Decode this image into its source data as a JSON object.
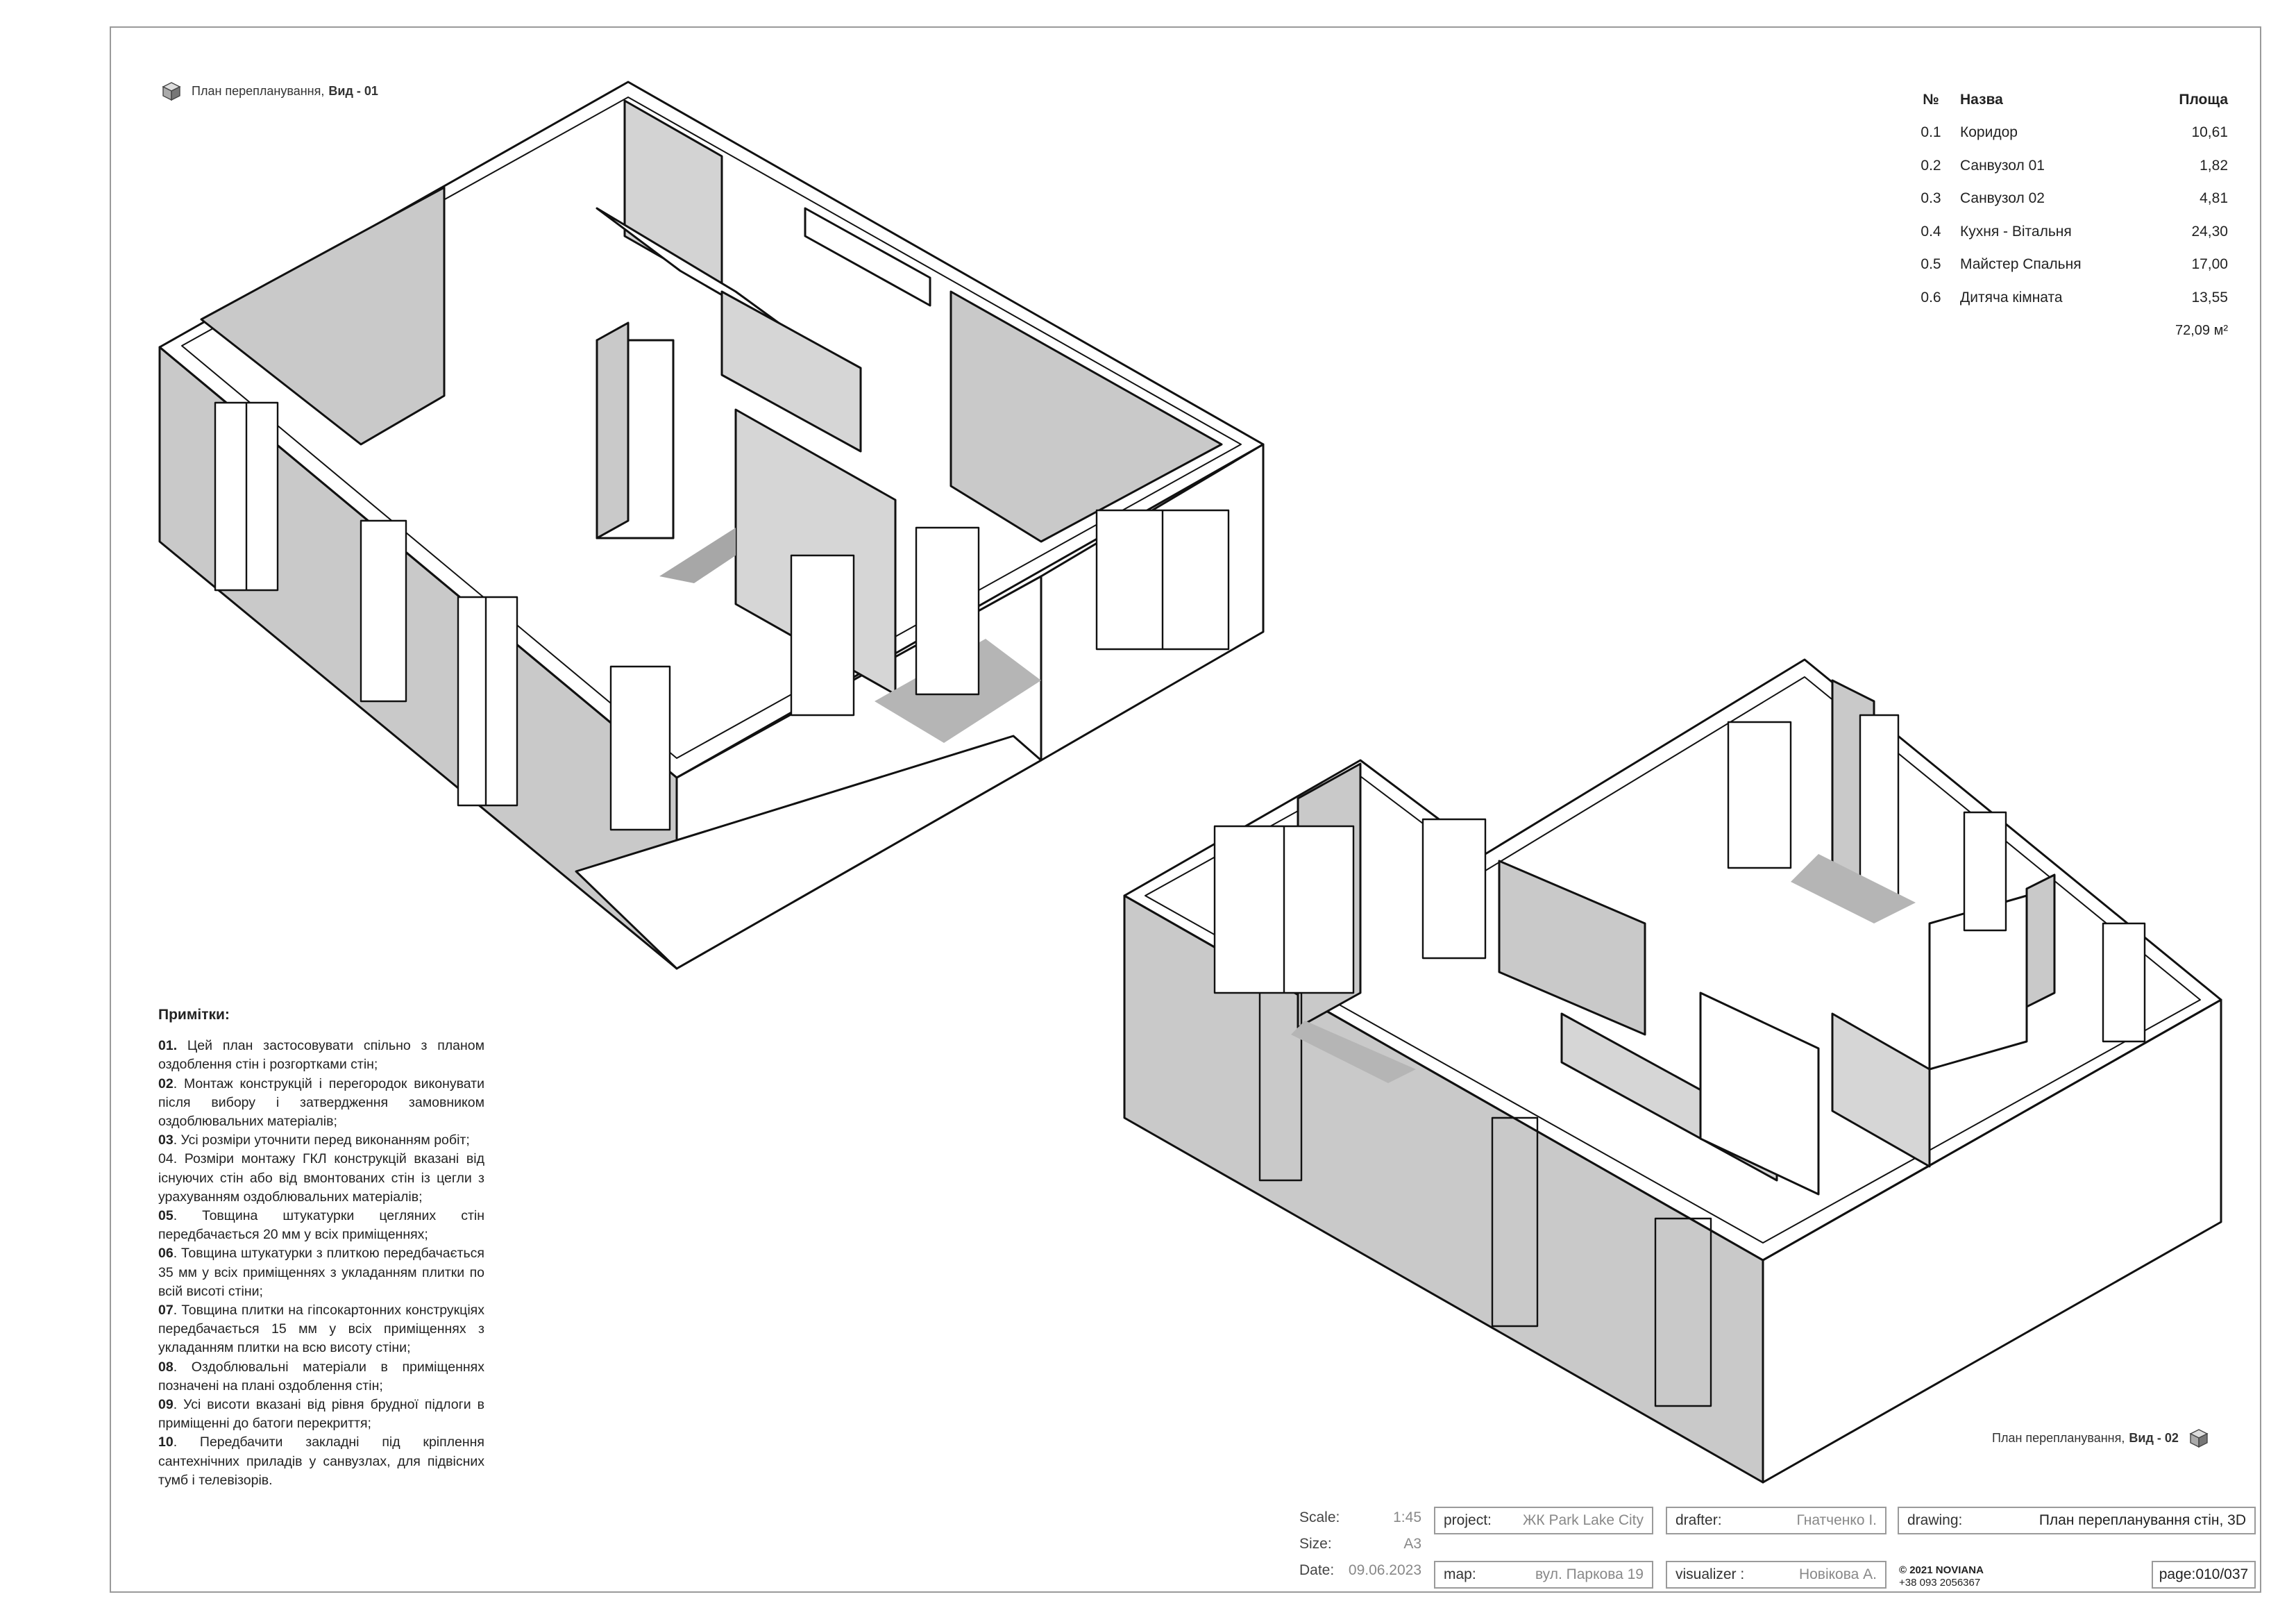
{
  "view1": {
    "label_prefix": "План перепланування,",
    "label_bold": "Вид - 01"
  },
  "view2": {
    "label_prefix": "План перепланування,",
    "label_bold": "Вид - 02"
  },
  "rooms_table": {
    "headers": {
      "no": "№",
      "name": "Назва",
      "area": "Площа"
    },
    "rows": [
      {
        "no": "0.1",
        "name": "Коридор",
        "area": "10,61"
      },
      {
        "no": "0.2",
        "name": "Санвузол 01",
        "area": "1,82"
      },
      {
        "no": "0.3",
        "name": "Санвузол 02",
        "area": "4,81"
      },
      {
        "no": "0.4",
        "name": "Кухня - Вітальня",
        "area": "24,30"
      },
      {
        "no": "0.5",
        "name": "Майстер Спальня",
        "area": "17,00"
      },
      {
        "no": "0.6",
        "name": "Дитяча кімната",
        "area": "13,55"
      }
    ],
    "total": "72,09 м²"
  },
  "notes": {
    "title": "Примітки:",
    "items": [
      {
        "num": "01.",
        "text": " Цей план застосовувати спільно з планом оздоблення стін і розгортками стін;"
      },
      {
        "num": "02",
        "text": ". Монтаж конструкцій і перегородок виконувати після вибору і затвердження замовником оздоблювальних матеріалів;"
      },
      {
        "num": "03",
        "text": ". Усі розміри уточнити перед виконанням робіт;"
      },
      {
        "num": "",
        "text": "04. Розміри монтажу ГКЛ конструкцій вказані від існуючих стін або від вмонтованих стін із цегли з урахуванням оздоблювальних матеріалів;"
      },
      {
        "num": "05",
        "text": ". Товщина штукатурки цегляних стін передбачається 20 мм у всіх приміщеннях;"
      },
      {
        "num": "06",
        "text": ". Товщина штукатурки з плиткою передбачається 35 мм у всіх приміщеннях з укладанням плитки по всій висоті стіни;"
      },
      {
        "num": "07",
        "text": ". Товщина плитки на гіпсокартонних конструкціях передбачається 15 мм у всіх приміщеннях з укладанням плитки на всю висоту стіни;"
      },
      {
        "num": "08",
        "text": ". Оздоблювальні матеріали в приміщеннях позначені на плані оздоблення стін;"
      },
      {
        "num": "09",
        "text": ". Усі висоти вказані від рівня брудної підлоги в приміщенні до батоги перекриття;"
      },
      {
        "num": "10",
        "text": ". Передбачити закладні під кріплення сантехнічних приладів у санвузлах, для підвісних тумб і телевізорів."
      }
    ]
  },
  "title_block": {
    "scale_label": "Scale:",
    "scale_value": "1:45",
    "size_label": "Size:",
    "size_value": "A3",
    "date_label": "Date:",
    "date_value": "09.06.2023",
    "project_label": "project:",
    "project_value": "ЖК Park Lake City",
    "map_label": "map:",
    "map_value": "вул. Паркова 19",
    "drafter_label": "drafter:",
    "drafter_value": "Гнатченко І.",
    "visualizer_label": "visualizer :",
    "visualizer_value": "Новікова А.",
    "drawing_label": "drawing:",
    "drawing_value": "План перепланування стін, 3D",
    "copyright": "© 2021 NOVIANA",
    "phone": "+38 093 2056367",
    "page_label": "page:",
    "page_value": "010/037"
  },
  "colors": {
    "wall_top": "#ffffff",
    "wall_side": "#c9c9c9",
    "wall_shadow": "#a7a7a7",
    "floor": "#ffffff",
    "line": "#111111",
    "frame": "#9a9a9a"
  }
}
